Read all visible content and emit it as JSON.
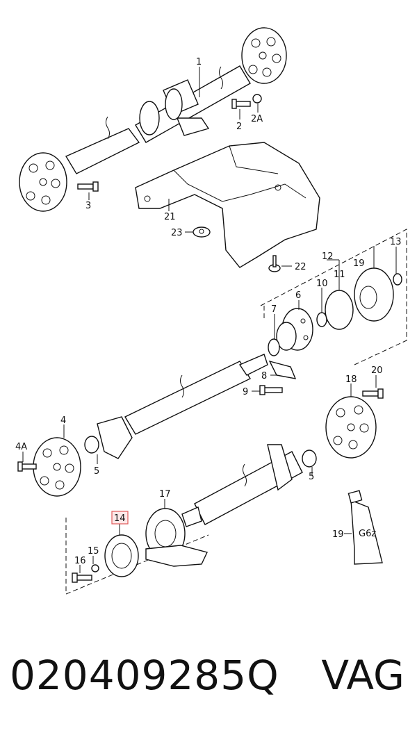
{
  "callouts": {
    "c1": "1",
    "c2": "2",
    "c2a": "2A",
    "c3": "3",
    "c4": "4",
    "c4a": "4A",
    "c5a": "5",
    "c5b": "5",
    "c6": "6",
    "c7": "7",
    "c8": "8",
    "c9": "9",
    "c10": "10",
    "c11": "11",
    "c12": "12",
    "c13": "13",
    "c14": "14",
    "c15": "15",
    "c16": "16",
    "c17": "17",
    "c18": "18",
    "c19a": "19",
    "c19b": "19",
    "c20": "20",
    "c21": "21",
    "c22": "22",
    "c23": "23"
  },
  "tube_label": "G6z",
  "highlight_color": "#e05a5a",
  "footer": {
    "part_number": "020409285Q",
    "brand": "VAG"
  }
}
